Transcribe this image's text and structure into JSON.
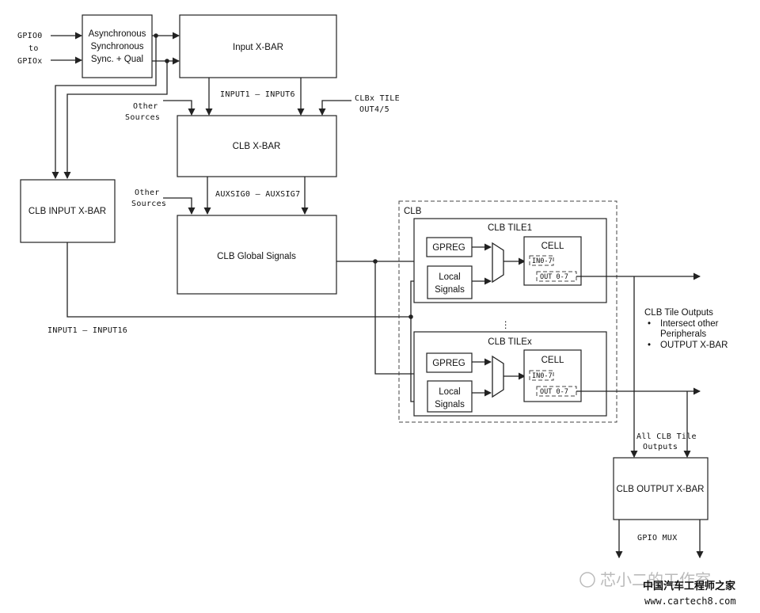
{
  "inputs": {
    "gpio_start": "GPIO0",
    "to": "to",
    "gpio_end": "GPIOx"
  },
  "blocks": {
    "async_line1": "Asynchronous",
    "async_line2": "Synchronous",
    "async_line3": "Sync. + Qual",
    "input_xbar": "Input X-BAR",
    "clb_xbar": "CLB X-BAR",
    "clb_input_xbar": "CLB INPUT X-BAR",
    "clb_global": "CLB Global Signals",
    "clb_output_xbar": "CLB OUTPUT X-BAR"
  },
  "labels": {
    "input1_6": "INPUT1 – INPUT6",
    "other_sources_1a": "Other",
    "other_sources_1b": "Sources",
    "clbx_tile_a": "CLBx TILE",
    "clbx_tile_b": "OUT4/5",
    "other_sources_2a": "Other",
    "other_sources_2b": "Sources",
    "auxsig": "AUXSIG0 – AUXSIG7",
    "input1_16": "INPUT1 – INPUT16",
    "tile_outputs_title": "CLB Tile Outputs",
    "tile_outputs_b1a": "Intersect other",
    "tile_outputs_b1b": "Peripherals",
    "tile_outputs_b2": "OUTPUT X-BAR",
    "all_tile_a": "All CLB Tile",
    "all_tile_b": "Outputs",
    "gpio_mux": "GPIO MUX"
  },
  "clb": {
    "title": "CLB",
    "tile1": {
      "title": "CLB TILE1",
      "gpreg": "GPREG",
      "local_a": "Local",
      "local_b": "Signals",
      "cell": "CELL",
      "in": "IN0-7",
      "out": "OUT 0-7"
    },
    "tilex": {
      "title": "CLB TILEx",
      "gpreg": "GPREG",
      "local_a": "Local",
      "local_b": "Signals",
      "cell": "CELL",
      "in": "IN0-7",
      "out": "OUT 0-7"
    },
    "dots": "⋮"
  },
  "watermark": {
    "brand": "芯小二的工作室",
    "site_title": "中国汽车工程师之家",
    "url": "www.cartech8.com"
  }
}
